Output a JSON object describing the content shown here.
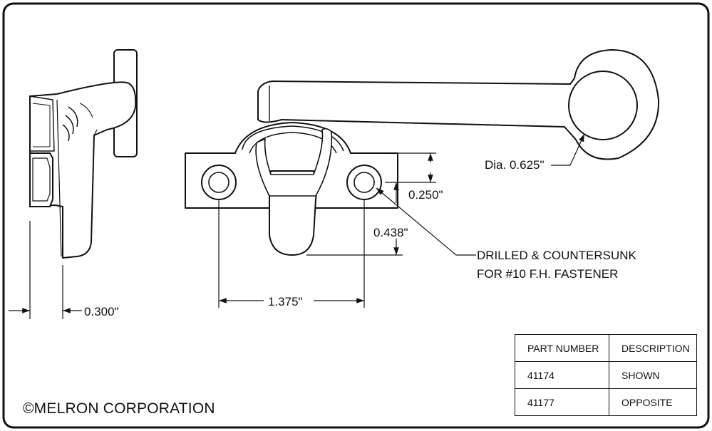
{
  "dimensions": {
    "diameter": "Dia. 0.625\"",
    "offset_top": "0.250\"",
    "offset_side": "0.438\"",
    "hole_spacing": "1.375\"",
    "thickness": "0.300\""
  },
  "note": {
    "line1": "DRILLED & COUNTERSUNK",
    "line2": "FOR #10 F.H. FASTENER"
  },
  "copyright": "©MELRON CORPORATION",
  "parts_table": {
    "headers": [
      "PART NUMBER",
      "DESCRIPTION"
    ],
    "rows": [
      [
        "41174",
        "SHOWN"
      ],
      [
        "41177",
        "OPPOSITE"
      ]
    ]
  },
  "colors": {
    "ink": "#111111",
    "background": "#ffffff"
  }
}
